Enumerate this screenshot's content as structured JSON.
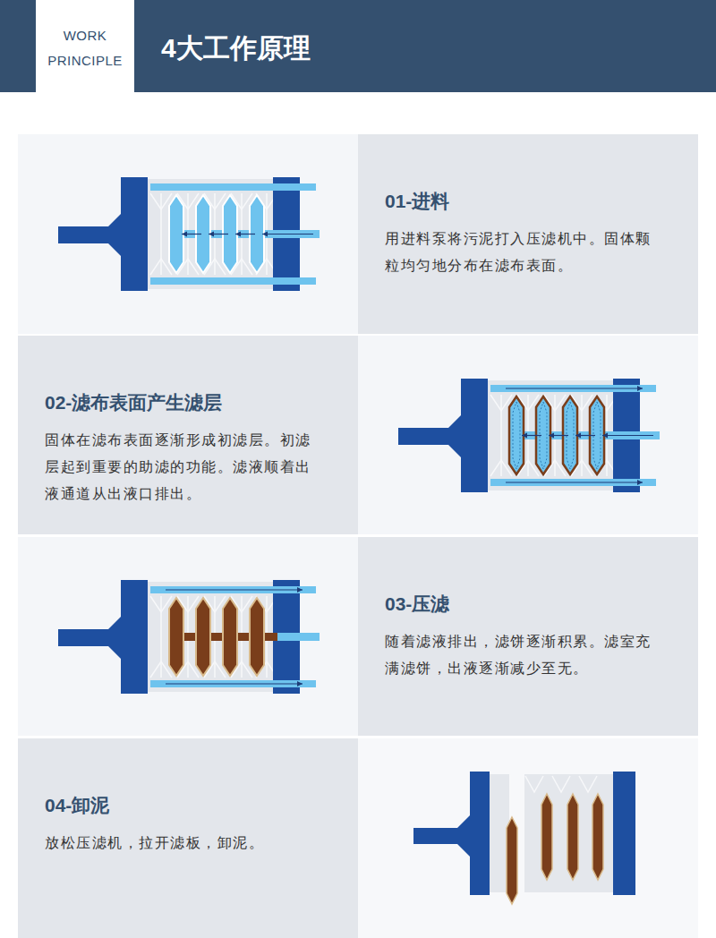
{
  "diagram": {
    "title": "4大工作原理",
    "nodes": [
      {
        "text": [
          "WORK PRINCIPLE"
        ]
      },
      {
        "text": [
          "01-进料",
          "用进料泵将污泥打入压滤机中。固体颗粒均匀地分布在滤布表面。"
        ]
      },
      {
        "text": [
          "02-滤布表面产生滤层",
          "固体在滤布表面逐渐形成初滤层。初滤层起到重要的助滤的功能。滤液顺着出液通道从出液口排出。"
        ]
      },
      {
        "text": [
          "03-压滤",
          "随着滤液排出，滤饼逐渐积累。滤室充满滤饼，出液逐渐减少至无。"
        ]
      },
      {
        "text": [
          "04-卸泥",
          "放松压滤机，拉开滤板，卸泥。"
        ]
      }
    ]
  }
}
